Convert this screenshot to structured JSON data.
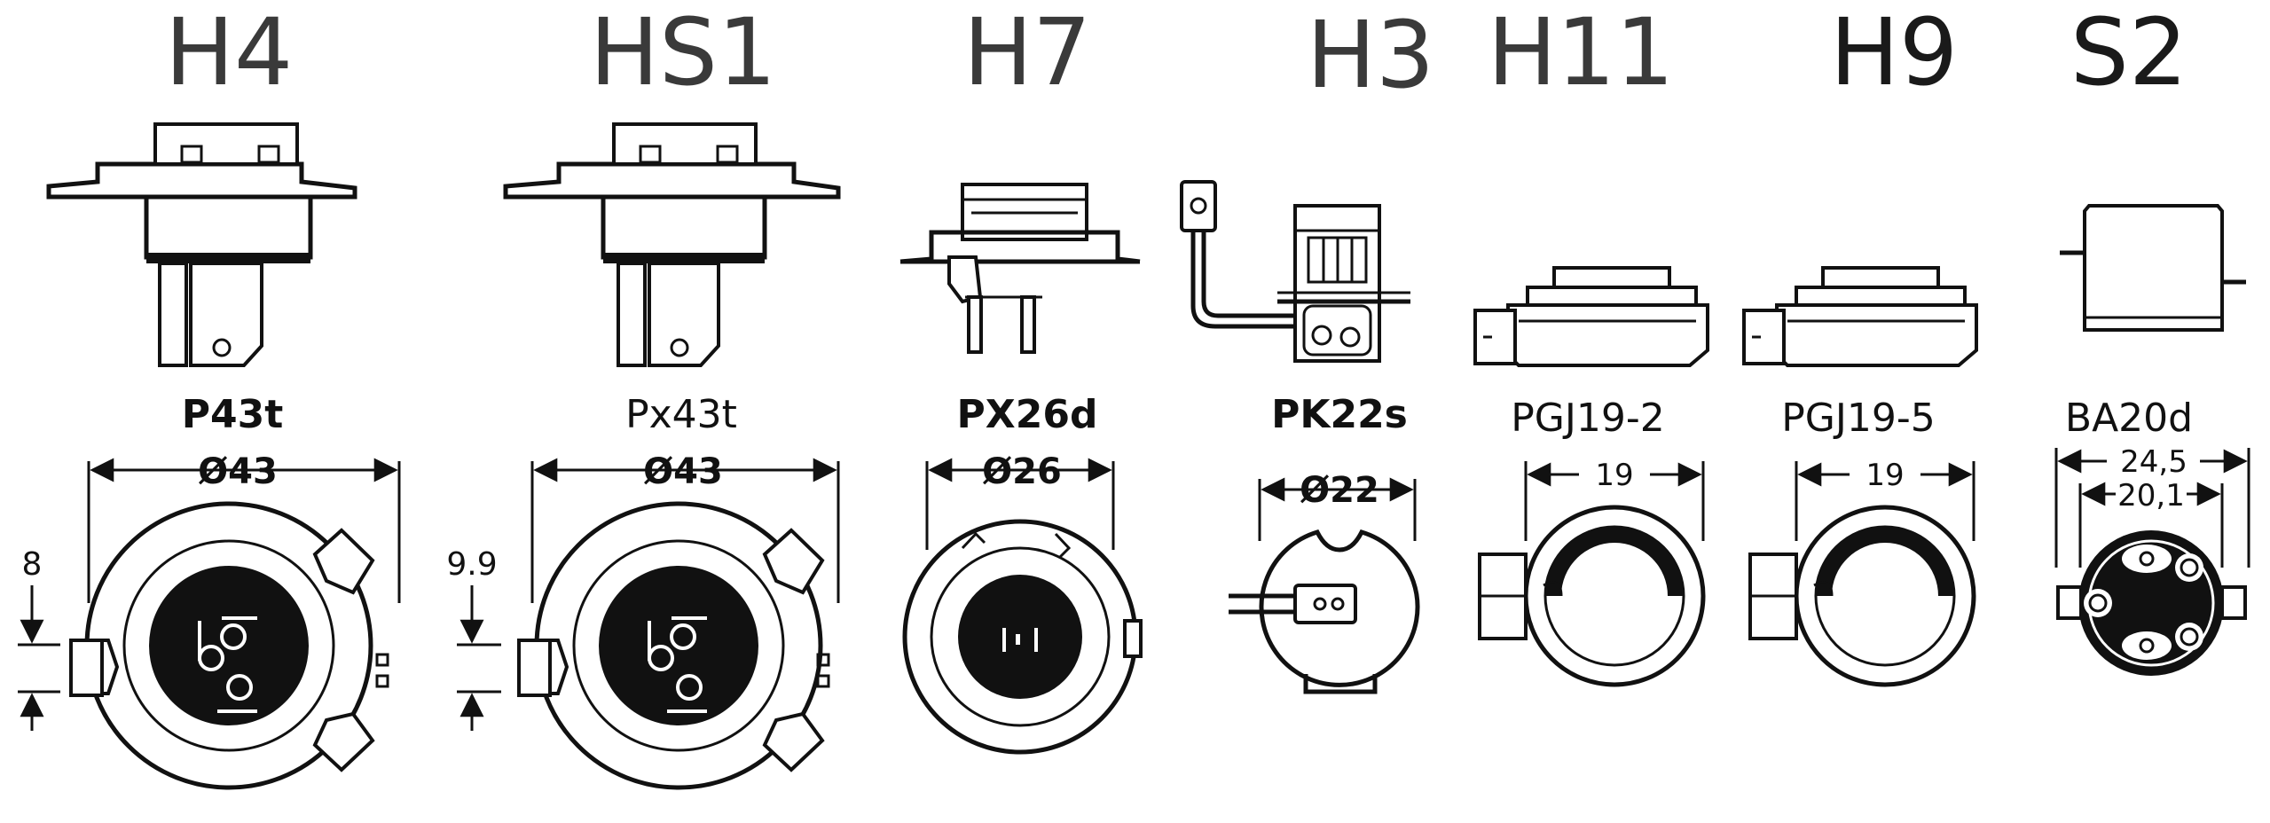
{
  "bulbs": [
    {
      "type": "H4",
      "base": "P43t",
      "dims": [
        "Ø43"
      ],
      "side": "8",
      "accent": "#3a3a3a"
    },
    {
      "type": "HS1",
      "base": "Px43t",
      "dims": [
        "Ø43"
      ],
      "side": "9.9",
      "accent": "#3a3a3a"
    },
    {
      "type": "H7",
      "base": "PX26d",
      "dims": [
        "Ø26"
      ],
      "side": "",
      "accent": "#3a3a3a"
    },
    {
      "type": "H3",
      "base": "PK22s",
      "dims": [
        "Ø22"
      ],
      "side": "",
      "accent": "#3a3a3a"
    },
    {
      "type": "H11",
      "base": "PGJ19-2",
      "dims": [
        "19"
      ],
      "side": "",
      "accent": "#3a3a3a"
    },
    {
      "type": "H9",
      "base": "PGJ19-5",
      "dims": [
        "19"
      ],
      "side": "",
      "accent": "#1a1a1a"
    },
    {
      "type": "S2",
      "base": "BA20d",
      "dims": [
        "24,5",
        "20,1"
      ],
      "side": "",
      "accent": "#1a1a1a"
    }
  ],
  "colors": {
    "line": "#111111",
    "background": "#ffffff"
  }
}
